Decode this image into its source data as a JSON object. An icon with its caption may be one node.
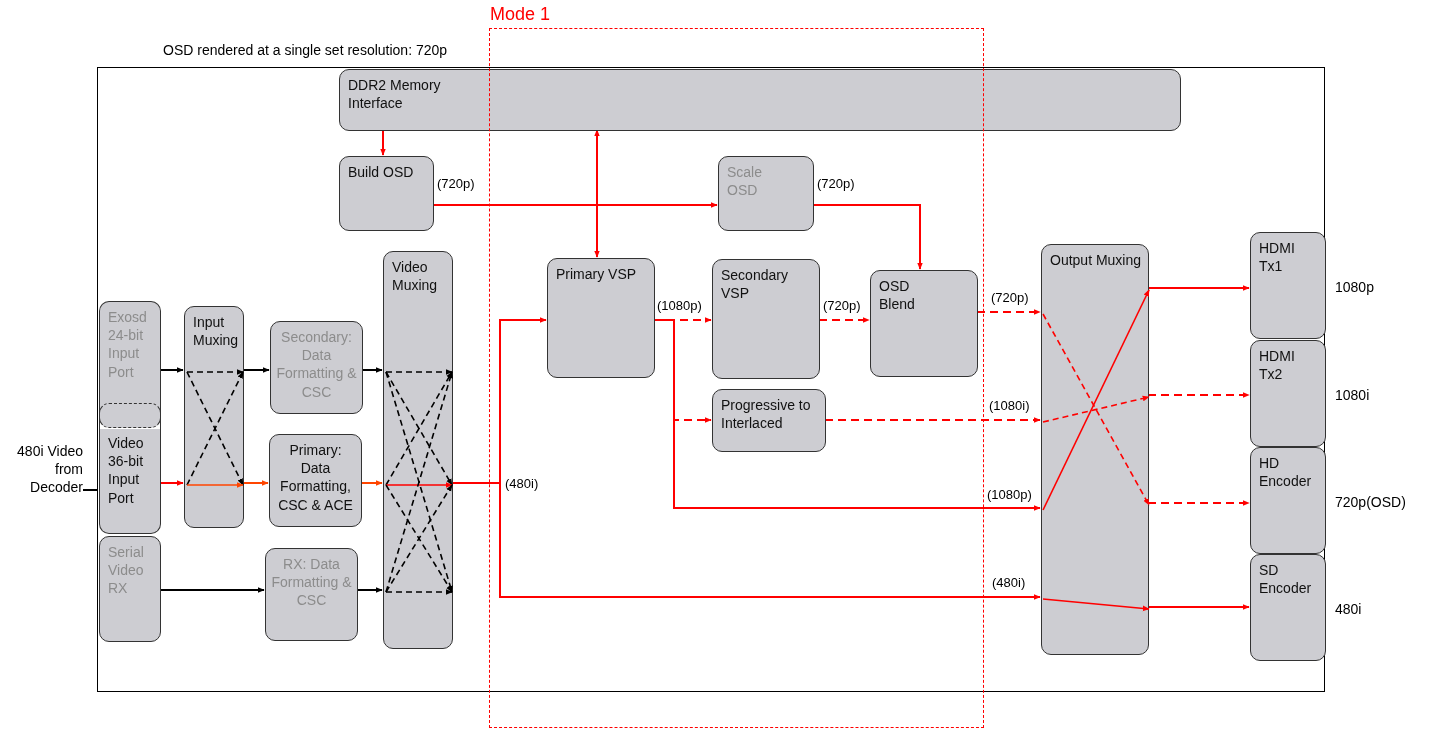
{
  "diagram": {
    "nodes": [
      {
        "text": [
          "OSD rendered at a single set resolution: 720p"
        ]
      },
      {
        "text": [
          "DDR2 Memory Interface"
        ],
        "in": 0
      },
      {
        "text": [
          "Build OSD"
        ],
        "in": 0
      },
      {
        "text": [
          "Scale OSD"
        ],
        "in": 0
      },
      {
        "text": [
          "Exosd 24-bit Input Port"
        ],
        "in": 0
      },
      {
        "text": [
          "Video 36-bit Input Port"
        ],
        "in": 0
      },
      {
        "text": [
          "Serial Video RX"
        ],
        "in": 0
      },
      {
        "text": [
          "Input Muxing"
        ],
        "in": 0
      },
      {
        "text": [
          "Secondary: Data Formatting & CSC"
        ],
        "in": 0
      },
      {
        "text": [
          "Primary: Data Formatting, CSC & ACE"
        ],
        "in": 0
      },
      {
        "text": [
          "RX: Data Formatting & CSC"
        ],
        "in": 0
      },
      {
        "text": [
          "Video Muxing"
        ],
        "in": 0
      },
      {
        "text": [
          "Primary VSP"
        ],
        "in": 0
      },
      {
        "text": [
          "Secondary VSP"
        ],
        "in": 0
      },
      {
        "text": [
          "OSD Blend"
        ],
        "in": 0
      },
      {
        "text": [
          "Progressive to Interlaced"
        ],
        "in": 0
      },
      {
        "text": [
          "Output Muxing"
        ],
        "in": 0
      },
      {
        "text": [
          "HDMI Tx1"
        ],
        "in": 0,
        "beside": [
          "1080p"
        ]
      },
      {
        "text": [
          "HDMI Tx2"
        ],
        "in": 0,
        "beside": [
          "1080i"
        ]
      },
      {
        "text": [
          "HD Encoder"
        ],
        "in": 0,
        "beside": [
          "720p(OSD)"
        ]
      },
      {
        "text": [
          "SD Encoder"
        ],
        "in": 0,
        "beside": [
          "480i"
        ]
      },
      {
        "text": [
          "480i Video from Decoder"
        ]
      }
    ],
    "edges": [
      {
        "from": 21,
        "to": 5,
        "arrow": "none",
        "color": "#000000"
      },
      {
        "from": 4,
        "to": 7,
        "arrow": "to",
        "color": "#000000"
      },
      {
        "from": 5,
        "to": 7,
        "arrow": "to"
      },
      {
        "from": 7,
        "to": 8,
        "arrow": "to",
        "color": "#000000"
      },
      {
        "from": 7,
        "to": 9,
        "arrow": "to",
        "color": "#ff4500"
      },
      {
        "from": 6,
        "to": 10,
        "arrow": "to",
        "color": "#000000"
      },
      {
        "from": 8,
        "to": 11,
        "arrow": "to",
        "color": "#000000"
      },
      {
        "from": 9,
        "to": 11,
        "arrow": "to",
        "color": "#ff4500"
      },
      {
        "from": 10,
        "to": 11,
        "arrow": "to",
        "color": "#000000"
      },
      {
        "from": 11,
        "to": 12,
        "arrow": "to",
        "label": "(480i)"
      },
      {
        "from": 11,
        "to": 16,
        "arrow": "to",
        "label": "(480i)"
      },
      {
        "from": 1,
        "to": 2,
        "arrow": "to"
      },
      {
        "from": 1,
        "to": 12,
        "arrow": "both"
      },
      {
        "from": 2,
        "to": 3,
        "arrow": "to",
        "label": "(720p)"
      },
      {
        "from": 3,
        "to": 14,
        "arrow": "to",
        "label": "(720p)"
      },
      {
        "from": 12,
        "to": 13,
        "arrow": "to",
        "label": "(1080p)",
        "style": "dashed"
      },
      {
        "from": 12,
        "to": 15,
        "arrow": "to",
        "style": "dashed"
      },
      {
        "from": 12,
        "to": 16,
        "arrow": "to",
        "label": "(1080p)"
      },
      {
        "from": 13,
        "to": 14,
        "arrow": "to",
        "label": "(720p)",
        "style": "dashed"
      },
      {
        "from": 14,
        "to": 16,
        "arrow": "to",
        "label": "(720p)",
        "style": "dashed"
      },
      {
        "from": 15,
        "to": 16,
        "arrow": "to",
        "label": "(1080i)",
        "style": "dashed"
      },
      {
        "from": 16,
        "to": 17,
        "arrow": "to"
      },
      {
        "from": 16,
        "to": 18,
        "arrow": "to",
        "style": "dashed"
      },
      {
        "from": 16,
        "to": 19,
        "arrow": "to",
        "style": "dashed"
      },
      {
        "from": 16,
        "to": 20,
        "arrow": "to"
      }
    ],
    "labels": [
      "Mode 1"
    ]
  }
}
